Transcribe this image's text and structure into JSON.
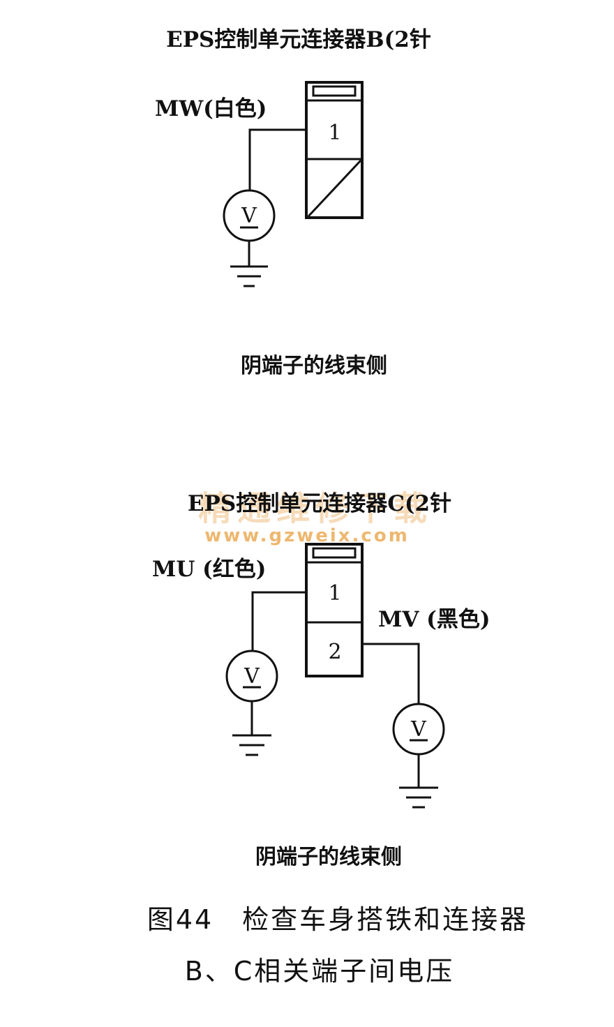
{
  "figure": {
    "caption_line1": "图44　检查车身搭铁和连接器",
    "caption_line2": "B、C相关端子间电压"
  },
  "connector_b": {
    "title": "EPS控制单元连接器B(2针",
    "wire_label": "MW(白色)",
    "pin1": "1",
    "meter_symbol": "V",
    "side_label": "阴端子的线束侧"
  },
  "connector_c": {
    "title": "EPS控制单元连接器C(2针",
    "wire1_label": "MU (红色)",
    "wire2_label": "MV (黑色)",
    "pin1": "1",
    "pin2": "2",
    "meter1_symbol": "V",
    "meter2_symbol": "V",
    "side_label": "阴端子的线束侧"
  },
  "watermark": {
    "cn": "精通维修下载",
    "url": "www.gzweix.com"
  }
}
